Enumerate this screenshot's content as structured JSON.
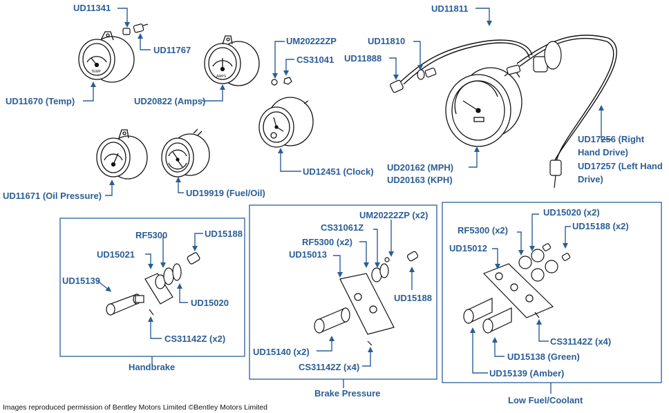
{
  "labels": {
    "ud11341": "UD11341",
    "ud11767": "UD11767",
    "ud11670": "UD11670 (Temp)",
    "ud20822": "UD20822 (Amps)",
    "um20222zp": "UM20222ZP",
    "cs31041": "CS31041",
    "ud11810": "UD11810",
    "ud11888": "UD11888",
    "ud11811": "UD11811",
    "ud12451": "UD12451 (Clock)",
    "ud11671": "UD11671 (Oil Pressure)",
    "ud19919": "UD19919 (Fuel/Oil)",
    "ud20162": "UD20162 (MPH)",
    "ud20163": "UD20163 (KPH)",
    "ud17256": "UD17256 (Right Hand Drive)",
    "ud17257": "UD17257 (Left Hand Drive)",
    "hb_rf5300": "RF5300",
    "hb_ud15021": "UD15021",
    "hb_ud15188": "UD15188",
    "hb_ud15139": "UD15139",
    "hb_ud15020": "UD15020",
    "hb_cs31142z": "CS31142Z (x2)",
    "bp_um20222zp": "UM20222ZP (x2)",
    "bp_cs31061z": "CS31061Z",
    "bp_rf5300": "RF5300 (x2)",
    "bp_ud15013": "UD15013",
    "bp_ud15188": "UD15188",
    "bp_ud15140": "UD15140 (x2)",
    "bp_cs31142z": "CS31142Z (x4)",
    "lf_ud15020": "UD15020 (x2)",
    "lf_rf5300": "RF5300 (x2)",
    "lf_ud15188": "UD15188 (x2)",
    "lf_ud15012": "UD15012",
    "lf_cs31142z": "CS31142Z (x4)",
    "lf_ud15138": "UD15138 (Green)",
    "lf_ud15139": "UD15139 (Amber)"
  },
  "gauge_faces": {
    "temp": "TEMP",
    "amps": "AMPS"
  },
  "groups": {
    "handbrake": "Handbrake",
    "brake_pressure": "Brake Pressure",
    "low_fuel": "Low Fuel/Coolant"
  },
  "credit": "Images reproduced permission of Bentley Motors Limited ©Bentley Motors Limited",
  "colors": {
    "label": "#2a5d96",
    "line": "#111111"
  }
}
